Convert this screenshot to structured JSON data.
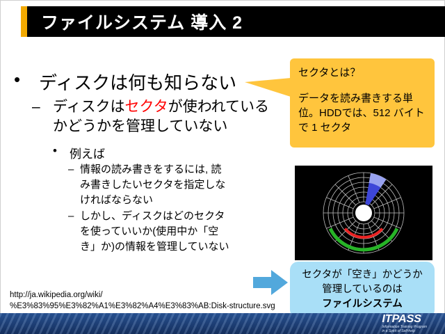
{
  "header": {
    "title": "ファイルシステム 導入 2"
  },
  "markers": {
    "bullet": "•",
    "dash": "–"
  },
  "content": {
    "bullet1": "ディスクは何も知らない",
    "sub1": {
      "pre": "ディスクは",
      "highlight": "セクタ",
      "post": "が使われているかどうかを管理していない"
    },
    "example_label": "例えば",
    "items": [
      "情報の読み書きをするには, 読み書きしたいセクタを指定しなければならない",
      "しかし、ディスクはどのセクタを使っていいか(使用中か「空き」か)の情報を管理していない"
    ]
  },
  "callout": {
    "title": "セクタとは？",
    "body": "データを読み書きする単位。HDDでは、512 バイトで 1 セクタ"
  },
  "note": {
    "line1": "セクタが「空き」かどうか管理しているのは",
    "bold": "ファイルシステム"
  },
  "url": {
    "line1": "http://ja.wikipedia.org/wiki/",
    "line2": "%E3%83%95%E3%82%A1%E3%82%A4%E3%83%AB:Disk-structure.svg"
  },
  "footer": {
    "logo": "ITPASS",
    "tagline1": "Information Training Program",
    "tagline2": "in a Spirit of Self-help"
  },
  "colors": {
    "accent_yellow": "#f2a900",
    "callout_bg": "#ffc53d",
    "note_bg": "#a9dff7",
    "arrow_blue": "#52a8dc",
    "footer_bg": "#1c3a6b",
    "highlight_red": "#ff0000",
    "disk_sector_blue": "#3d46d8",
    "disk_cluster_green": "#27b427",
    "disk_track_red": "#e82323"
  }
}
